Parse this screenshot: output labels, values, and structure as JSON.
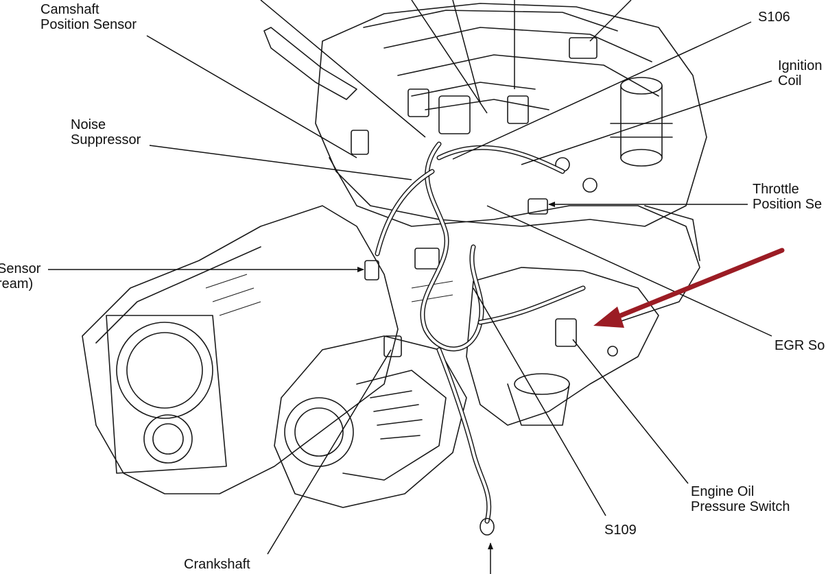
{
  "labels": {
    "camshaft_position_sensor": [
      "Camshaft",
      "Position Sensor"
    ],
    "noise_suppressor": [
      "Noise",
      "Suppressor"
    ],
    "s106": "S106",
    "ignition_coil": [
      "Ignition",
      "Coil"
    ],
    "throttle_position_sensor": [
      "Throttle",
      "Position Se"
    ],
    "o2_sensor_upstream": [
      "Sensor",
      "ream)"
    ],
    "egr_solenoid": "EGR So",
    "engine_oil_pressure_switch": [
      "Engine Oil",
      "Pressure Switch"
    ],
    "s109": "S109",
    "crankshaft_position_sensor": [
      "Crankshaft"
    ]
  },
  "colors": {
    "line_art": "#1a1a1a",
    "highlight_arrow": "#9b1c24",
    "background": "#ffffff"
  }
}
